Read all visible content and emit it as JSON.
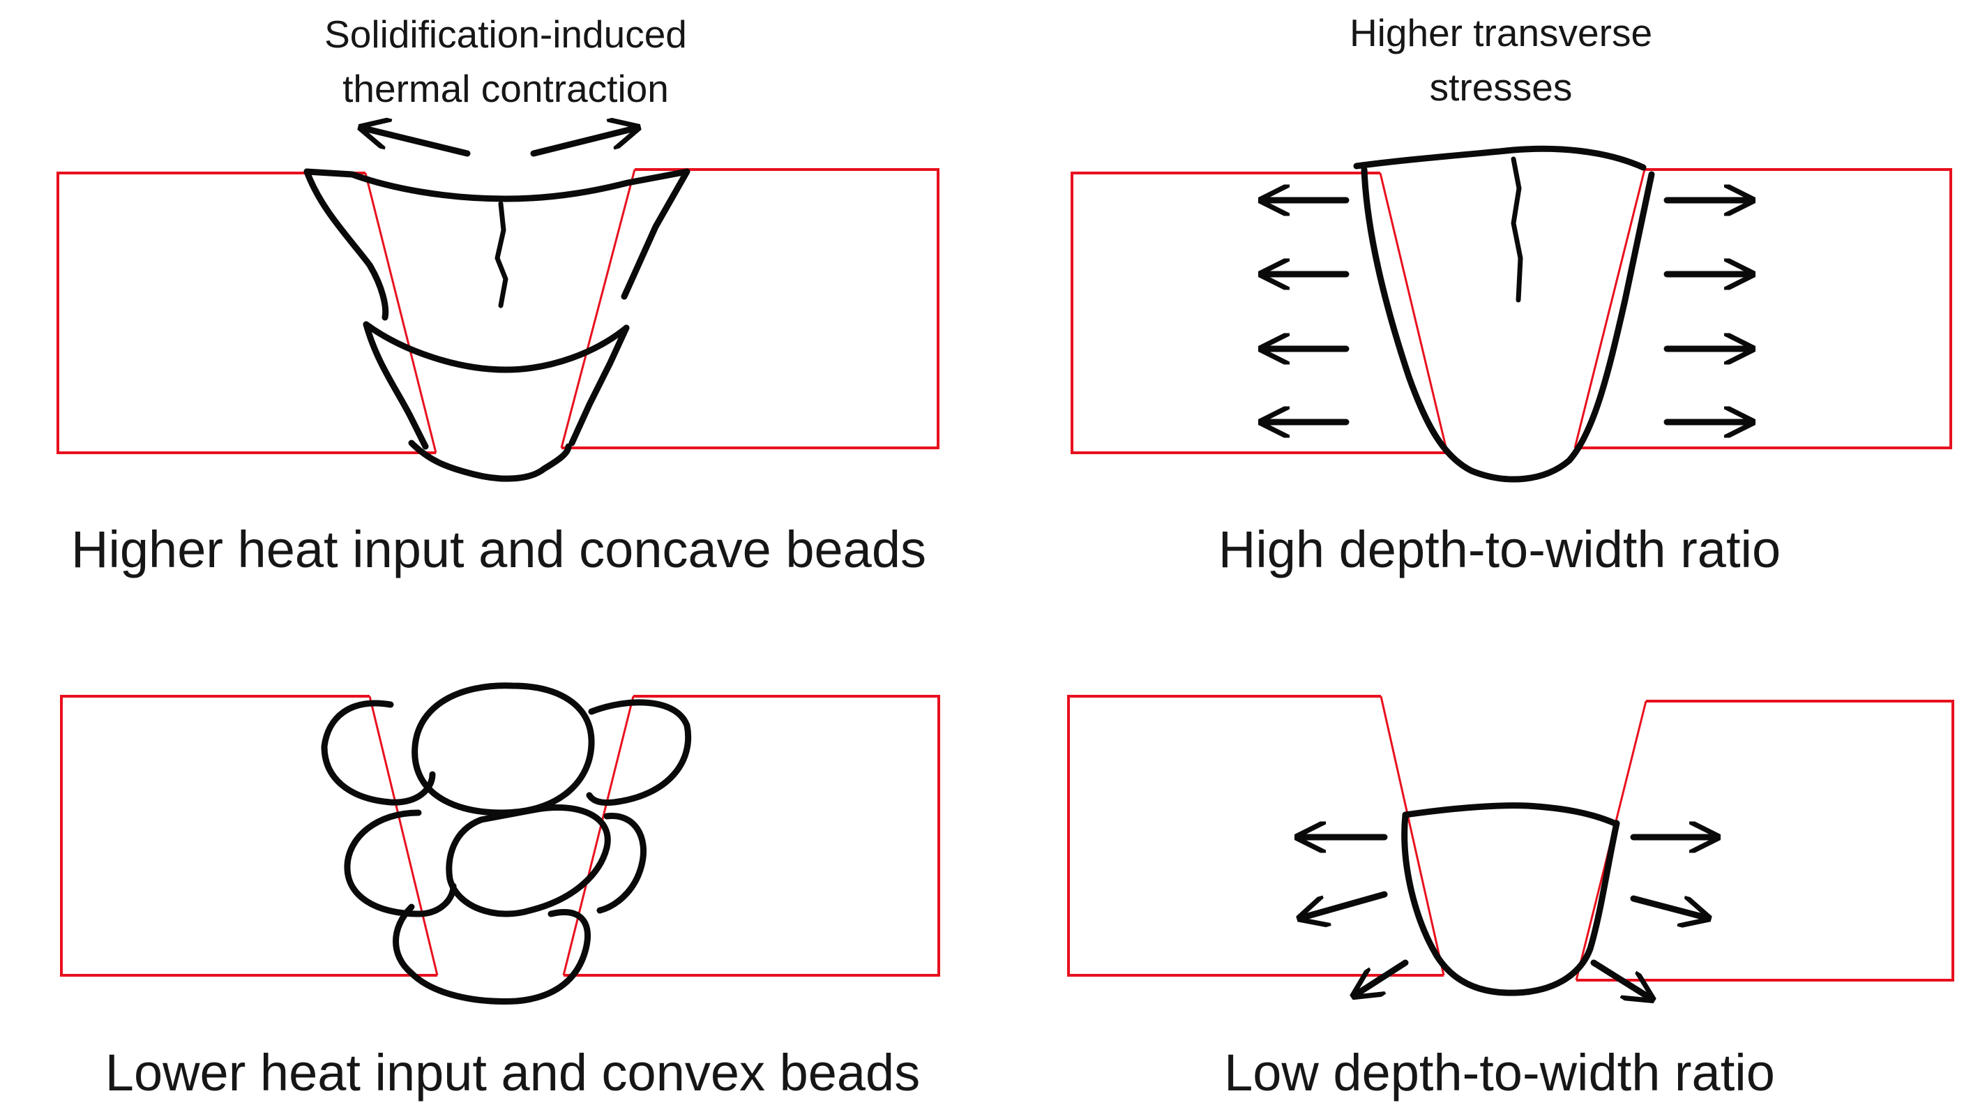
{
  "panels": {
    "top_left": {
      "caption": "Higher heat input and concave beads",
      "annotation_line1": "Solidification-induced",
      "annotation_line2": "thermal contraction"
    },
    "top_right": {
      "caption": "High depth-to-width ratio",
      "annotation_line1": "Higher transverse",
      "annotation_line2": "stresses"
    },
    "bottom_left": {
      "caption": "Lower heat input and convex beads"
    },
    "bottom_right": {
      "caption": "Low depth-to-width ratio"
    }
  },
  "colors": {
    "plate_outline": "#e8101e",
    "weld_bead": "#0a0a0a",
    "background": "#ffffff"
  }
}
